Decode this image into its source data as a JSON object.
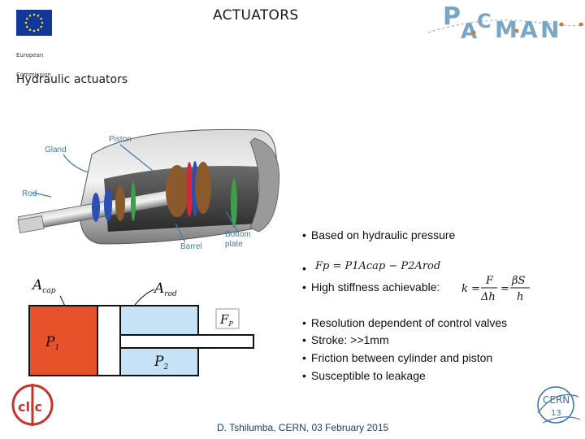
{
  "header": {
    "title": "ACTUATORS",
    "eu_text": [
      "European",
      "Commission"
    ],
    "pacman_logo_text": "PACMAN"
  },
  "subtitle": "Hydraulic actuators",
  "illustration": {
    "labels": {
      "piston": "Piston",
      "gland": "Gland",
      "rod": "Rod",
      "bottom_plate": "Bottom plate",
      "barrel": "Barrel"
    }
  },
  "diagram": {
    "labels": {
      "a_cap": "A",
      "a_cap_sub": "cap",
      "a_rod": "A",
      "a_rod_sub": "rod",
      "p1": "P",
      "p1_sub": "1",
      "p2": "P",
      "p2_sub": "2",
      "fp": "F",
      "fp_sub": "P"
    }
  },
  "bullets": {
    "b1": "Based on hydraulic pressure",
    "b2_eq": "Fp = P1Acap − P2Arod",
    "b3": "High stiffness achievable:",
    "b3_eq_lhs": "k =",
    "b3_eq_frac1_num": "F",
    "b3_eq_frac1_den": "Δh",
    "b3_eq_eq": "=",
    "b3_eq_frac2_num": "βS",
    "b3_eq_frac2_den": "h",
    "b4": "Resolution dependent of control valves",
    "b5": "Stroke: >>1mm",
    "b6": "Friction between cylinder and piston",
    "b7": "Susceptible to leakage"
  },
  "footer": {
    "text": "D. Tshilumba, CERN,  03 February 2015",
    "page_number": "13",
    "clic_logo": "clic",
    "cern_logo": "CERN"
  },
  "colors": {
    "title": "#1a1a1a",
    "callout_blue": "#3f7bb0",
    "fluid_orange": "#e8522a",
    "fluid_blue": "#c6e2f7",
    "footer_blue": "#1f3e73",
    "pacman_blue": "#7aa6c6",
    "pacman_orange": "#d97a2b"
  }
}
